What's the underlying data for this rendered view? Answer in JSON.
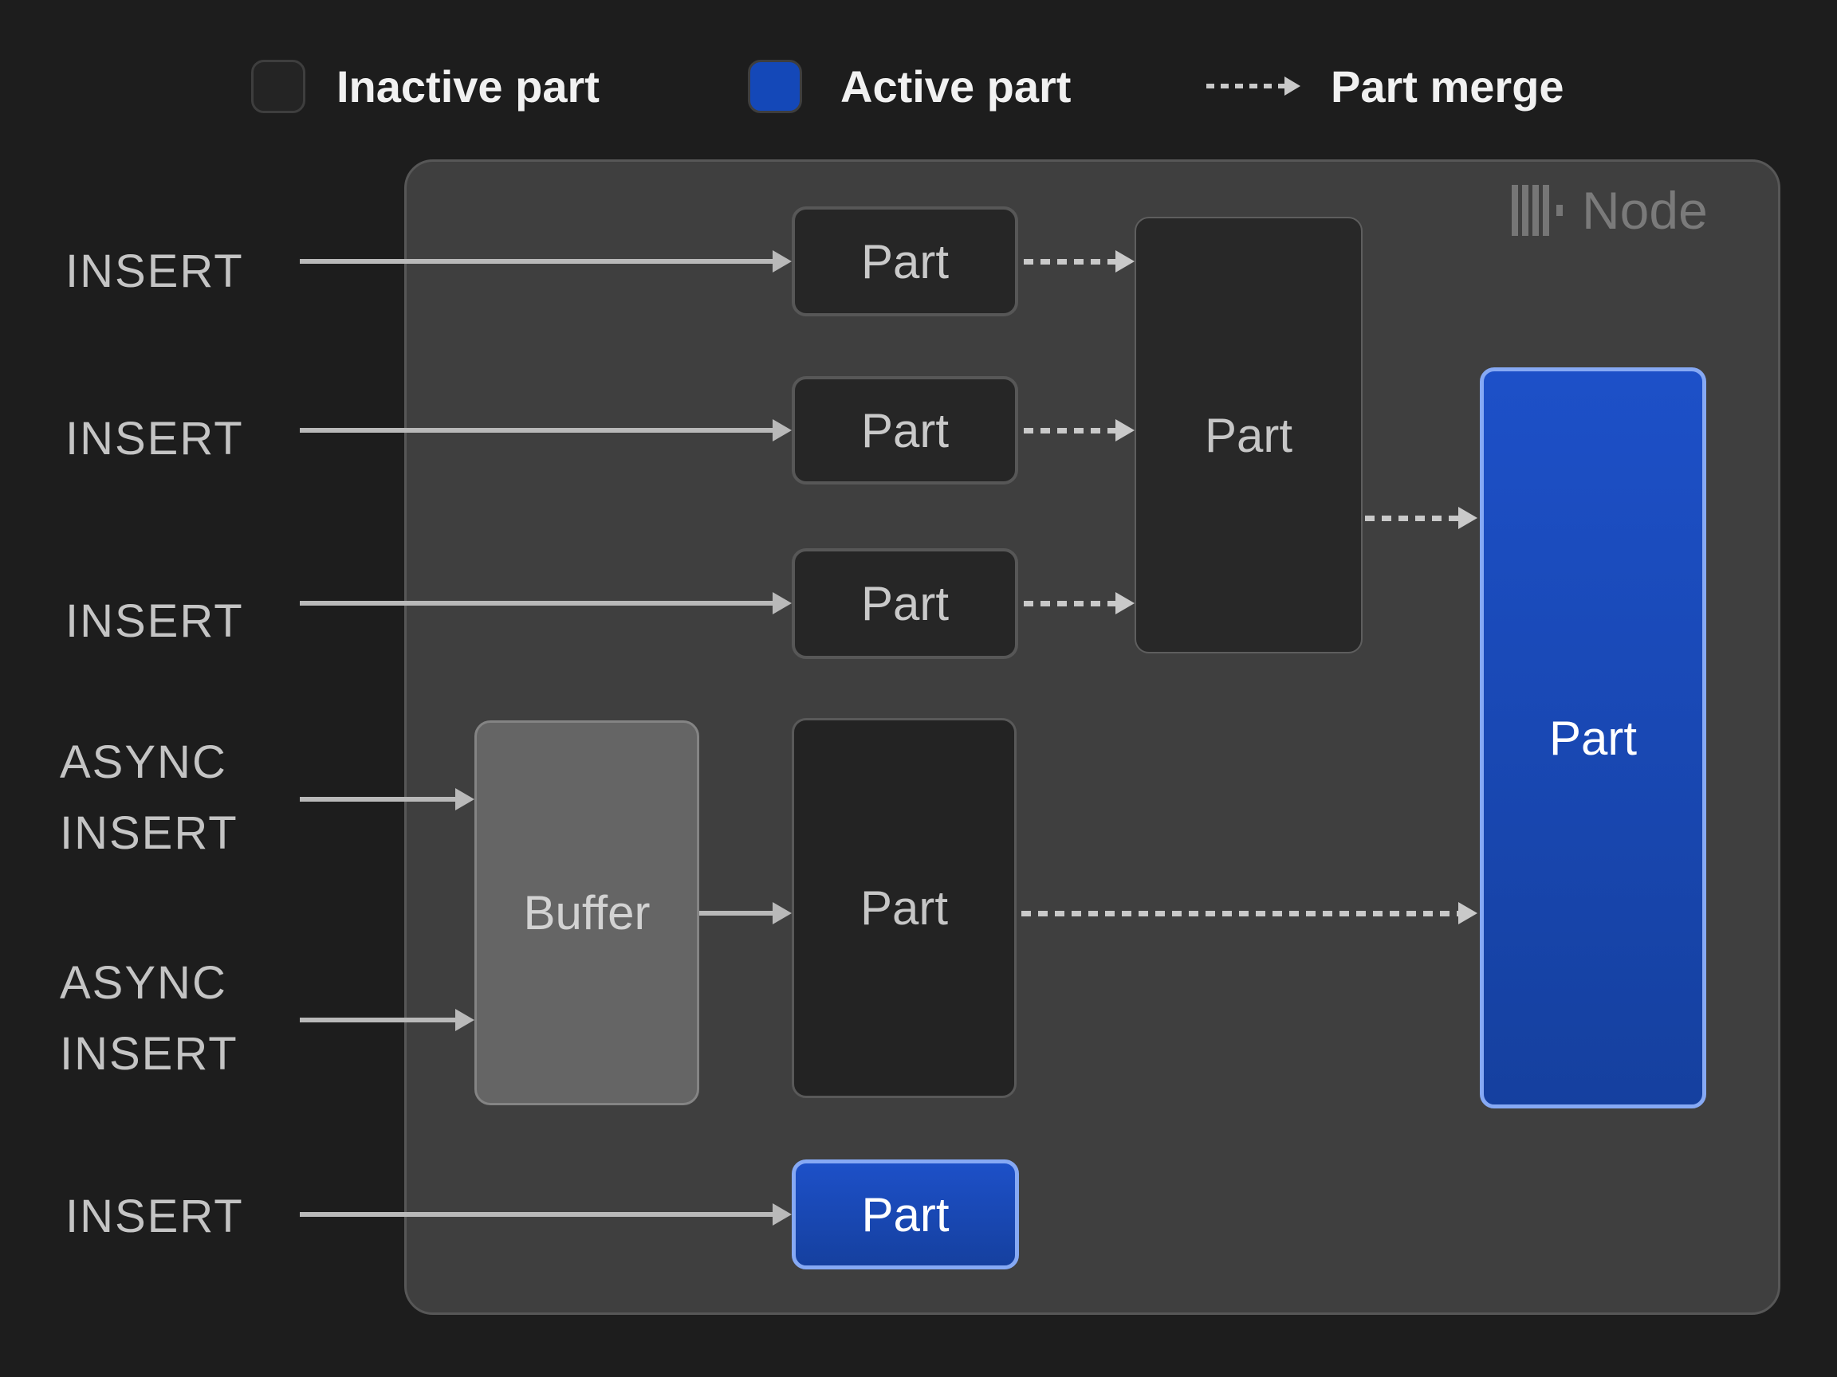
{
  "legend": {
    "inactive_label": "Inactive part",
    "active_label": "Active part",
    "merge_label": "Part merge"
  },
  "node": {
    "title": "Node",
    "icon": "clickhouse-logo-icon"
  },
  "left_labels": {
    "insert_top": "INSERT",
    "insert_mid": "INSERT",
    "insert_low": "INSERT",
    "async_top": [
      "ASYNC",
      "INSERT"
    ],
    "async_bottom": [
      "ASYNC",
      "INSERT"
    ],
    "insert_bottom": "INSERT"
  },
  "boxes": {
    "part_small_1": "Part",
    "part_small_2": "Part",
    "part_small_3": "Part",
    "part_merged": "Part",
    "part_active_tall": "Part",
    "buffer": "Buffer",
    "part_buffered": "Part",
    "part_active_small": "Part"
  },
  "colors": {
    "background": "#1d1d1d",
    "node_fill": "#3f3f3f",
    "node_border": "#575757",
    "inactive_part_fill": "#262626",
    "inactive_part_border": "#575757",
    "active_part_gradient_top": "#1d50c8",
    "active_part_gradient_bottom": "#15409f",
    "active_part_border": "#86a9f4",
    "buffer_fill": "#656565",
    "buffer_border": "#848484",
    "solid_arrow": "#b9b9b9",
    "dashed_arrow": "#c9c9c9",
    "label_text": "#c4c4c4",
    "legend_text": "#f1f1f1",
    "node_title_text": "#7a7a7a"
  }
}
